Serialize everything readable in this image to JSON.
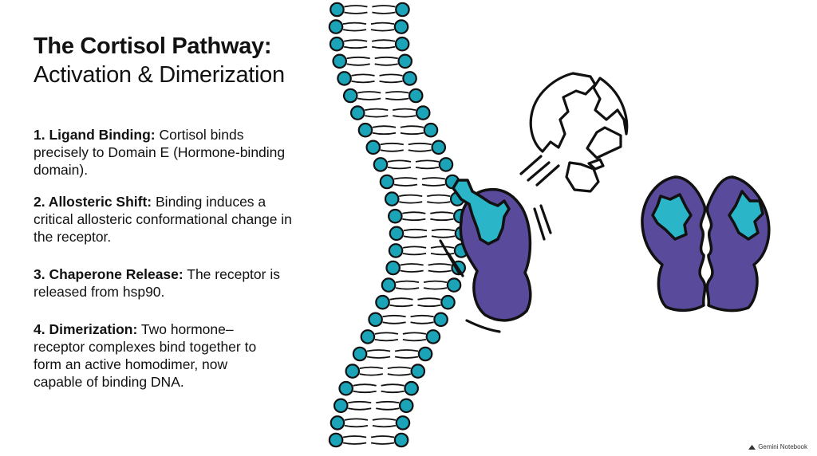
{
  "title": {
    "line1": "The Cortisol Pathway:",
    "line2": "Activation & Dimerization"
  },
  "steps": [
    {
      "label": "1. Ligand Binding:",
      "text": " Cortisol binds precisely to Domain E (Hormone-binding domain)."
    },
    {
      "label": "2. Allosteric Shift:",
      "text": " Binding induces a critical allosteric conformational change in the receptor."
    },
    {
      "label": "3. Chaperone Release:",
      "text": " The receptor is released from hsp90."
    },
    {
      "label": "4. Dimerization:",
      "text": " Two hormone–receptor complexes bind together to form an active homodimer, now capable of binding DNA."
    }
  ],
  "brand": "Gemini Notebook",
  "colors": {
    "membrane_head": "#1ba3b8",
    "receptor": "#5a4a9c",
    "ligand": "#2bb5c8",
    "outline": "#111111"
  },
  "icons": [
    "membrane-bilayer",
    "shattered-hsp90-icon",
    "activated-receptor-icon",
    "receptor-homodimer-icon"
  ]
}
